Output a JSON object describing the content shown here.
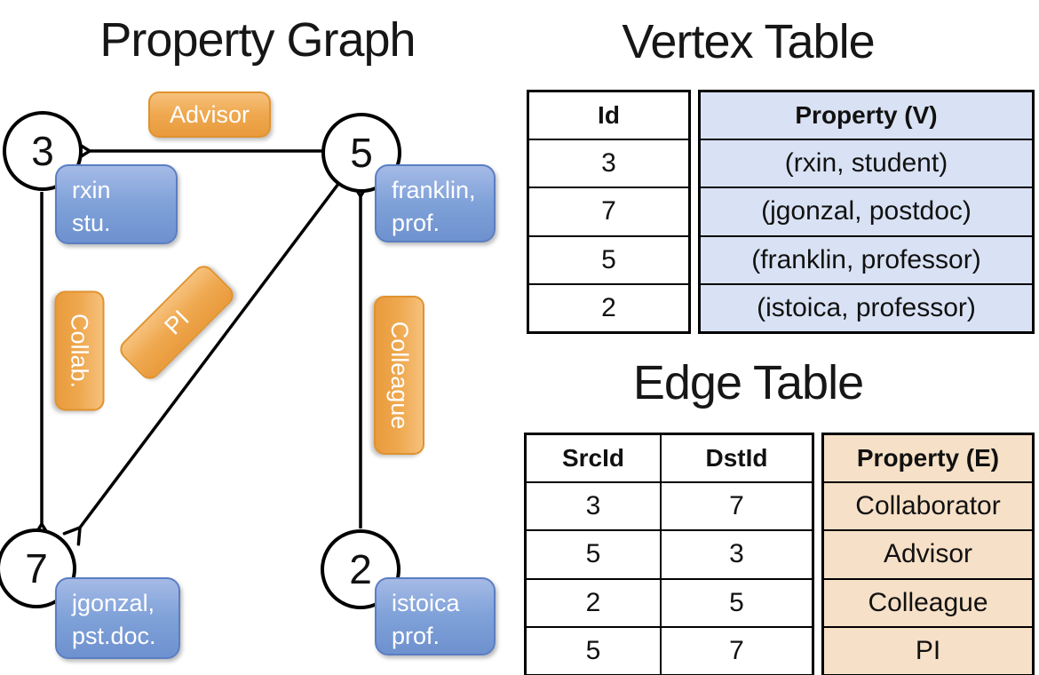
{
  "graph": {
    "title": "Property Graph",
    "vertices": [
      {
        "id": "3",
        "lines": [
          "rxin",
          "stu."
        ]
      },
      {
        "id": "5",
        "lines": [
          "franklin,",
          "prof."
        ]
      },
      {
        "id": "7",
        "lines": [
          "jgonzal,",
          "pst.doc."
        ]
      },
      {
        "id": "2",
        "lines": [
          "istoica",
          "prof."
        ]
      }
    ],
    "edges": [
      {
        "label": "Advisor"
      },
      {
        "label": "Collab."
      },
      {
        "label": "PI"
      },
      {
        "label": "Colleague"
      }
    ]
  },
  "vertex_table": {
    "title": "Vertex Table",
    "headers": {
      "id": "Id",
      "prop": "Property (V)"
    },
    "rows": [
      {
        "id": "3",
        "prop": "(rxin, student)"
      },
      {
        "id": "7",
        "prop": "(jgonzal, postdoc)"
      },
      {
        "id": "5",
        "prop": "(franklin, professor)"
      },
      {
        "id": "2",
        "prop": "(istoica, professor)"
      }
    ]
  },
  "edge_table": {
    "title": "Edge Table",
    "headers": {
      "src": "SrcId",
      "dst": "DstId",
      "prop": "Property (E)"
    },
    "rows": [
      {
        "src": "3",
        "dst": "7",
        "prop": "Collaborator"
      },
      {
        "src": "5",
        "dst": "3",
        "prop": "Advisor"
      },
      {
        "src": "2",
        "dst": "5",
        "prop": "Colleague"
      },
      {
        "src": "5",
        "dst": "7",
        "prop": "PI"
      }
    ]
  },
  "colors": {
    "vertex_box": "#7b9ad4",
    "edge_box": "#efa84f",
    "vertex_table_fill": "#d9e2f4",
    "edge_table_fill": "#f6e0c7",
    "line": "#000000"
  }
}
